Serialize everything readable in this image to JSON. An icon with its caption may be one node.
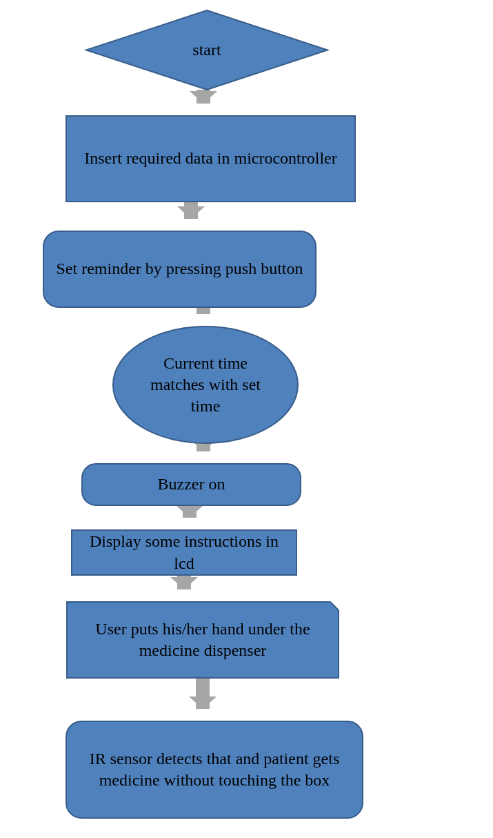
{
  "diagram": {
    "nodes": [
      {
        "text": [
          "start"
        ]
      },
      {
        "text": [
          "Insert required data in microcontroller"
        ]
      },
      {
        "text": [
          "Set reminder by pressing push button"
        ]
      },
      {
        "text": [
          "Current time matches with set time"
        ]
      },
      {
        "text": [
          "Buzzer on"
        ]
      },
      {
        "text": [
          "Display some instructions in lcd"
        ]
      },
      {
        "text": [
          "User puts his/her hand under the medicine dispenser"
        ]
      },
      {
        "text": [
          "IR sensor detects that and patient gets medicine without touching the box"
        ]
      }
    ],
    "edges": [
      {
        "from": 0,
        "to": 1,
        "arrow": "to"
      },
      {
        "from": 1,
        "to": 2,
        "arrow": "to"
      },
      {
        "from": 2,
        "to": 3,
        "arrow": "to"
      },
      {
        "from": 3,
        "to": 4,
        "arrow": "to"
      },
      {
        "from": 4,
        "to": 5,
        "arrow": "to"
      },
      {
        "from": 5,
        "to": 6,
        "arrow": "to"
      },
      {
        "from": 6,
        "to": 7,
        "arrow": "to"
      }
    ]
  }
}
